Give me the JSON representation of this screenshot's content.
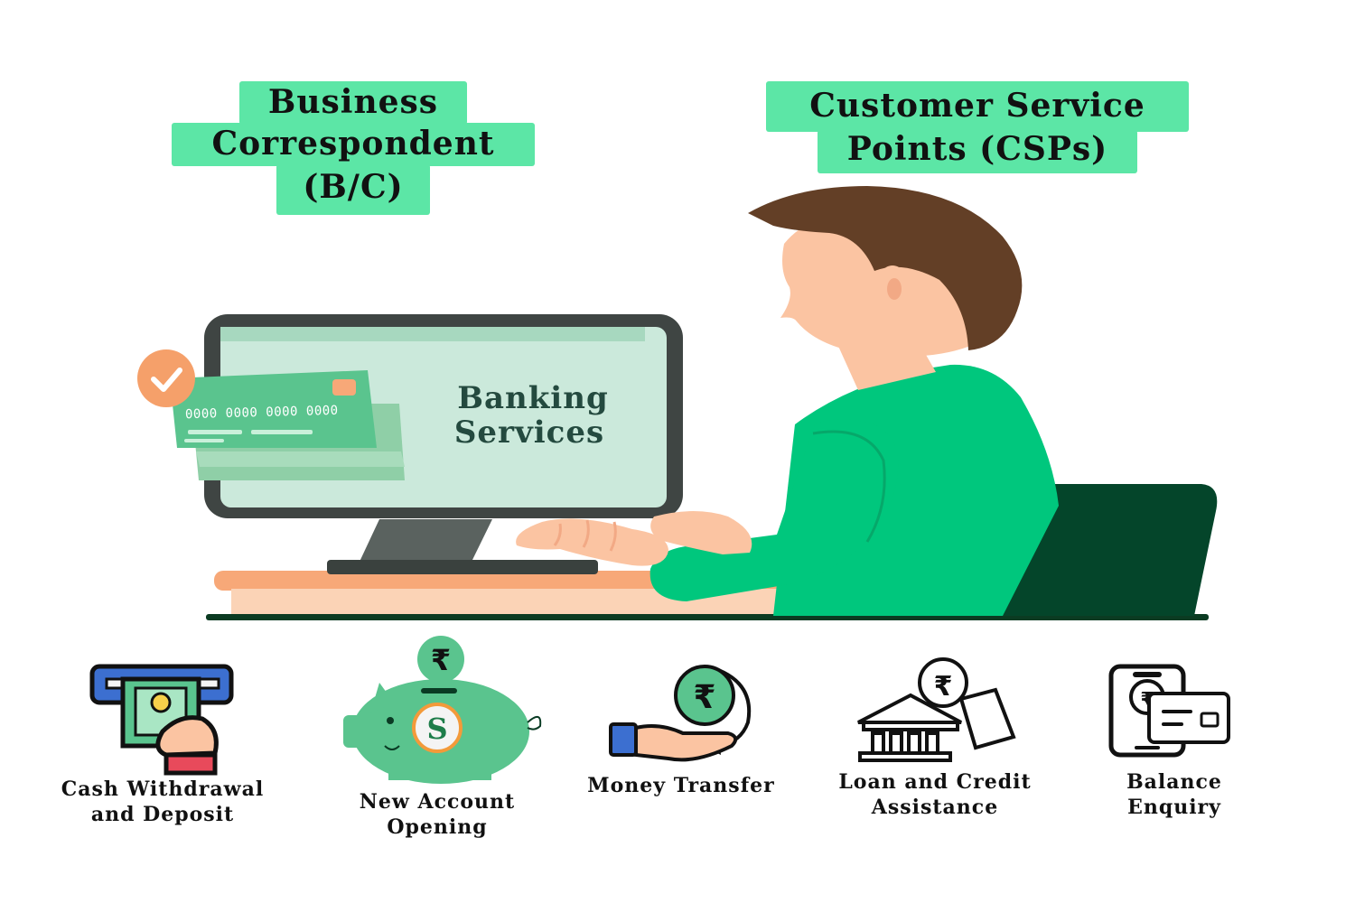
{
  "labels": {
    "bc_line1": "Business",
    "bc_line2": "Correspondent",
    "bc_line3": "(B/C)",
    "csp_line1": "Customer Service",
    "csp_line2": "Points (CSPs)"
  },
  "screen": {
    "line1": "Banking",
    "line2": "Services",
    "card_number": "0000 0000 0000 0000"
  },
  "services": [
    {
      "line1": "Cash Withdrawal",
      "line2": "and Deposit",
      "icon": "atm-cash-icon"
    },
    {
      "line1": "New Account",
      "line2": "Opening",
      "icon": "piggy-bank-icon"
    },
    {
      "line1": "Money Transfer",
      "line2": "",
      "icon": "money-transfer-icon"
    },
    {
      "line1": "Loan and Credit",
      "line2": "Assistance",
      "icon": "bank-loan-icon"
    },
    {
      "line1": "Balance",
      "line2": "Enquiry",
      "icon": "mobile-balance-icon"
    }
  ],
  "colors": {
    "label_bg": "#5ce6a6",
    "shirt": "#00c77d",
    "chair": "#04452a",
    "hair": "#633f26",
    "skin": "#fbc4a2"
  }
}
